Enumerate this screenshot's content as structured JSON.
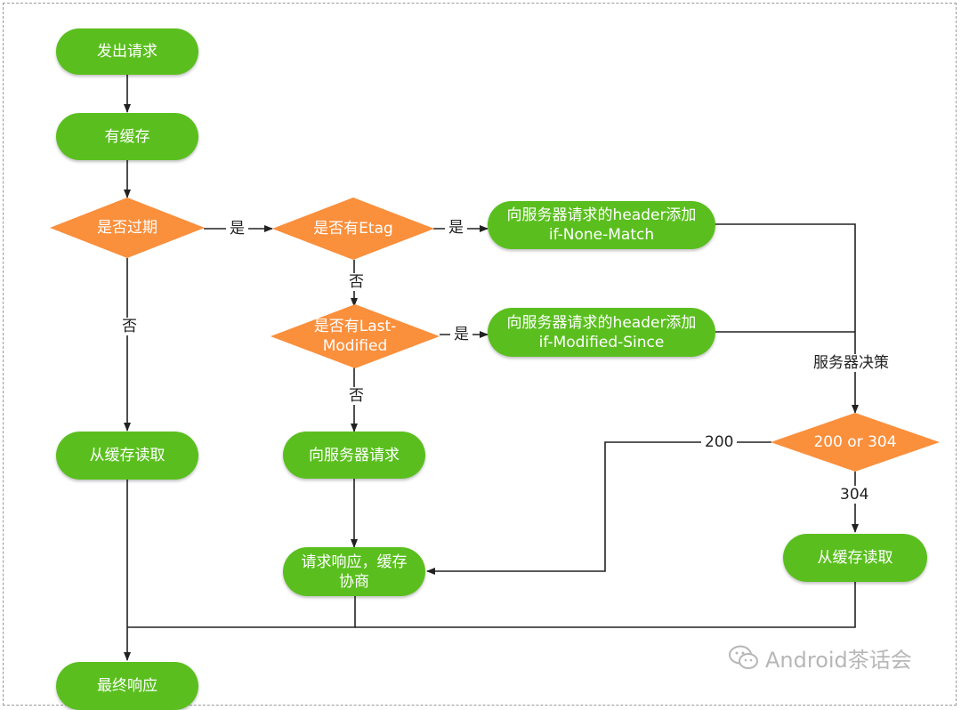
{
  "nodes": {
    "send_request": "发出请求",
    "has_cache": "有缓存",
    "expired": "是否过期",
    "has_etag": "是否有Etag",
    "etag_header": [
      "向服务器请求的header添加",
      "if-None-Match"
    ],
    "has_last_modified": [
      "是否有Last-",
      "Modified"
    ],
    "modified_header": [
      "向服务器请求的header添加",
      "if-Modified-Since"
    ],
    "read_cache_left": "从缓存读取",
    "request_server": "向服务器请求",
    "response_cache": [
      "请求响应，缓存",
      "协商"
    ],
    "decision": "200 or 304",
    "read_cache_right": "从缓存读取",
    "final_response": "最终响应"
  },
  "edge_labels": {
    "expired_yes": "是",
    "expired_no": "否",
    "etag_yes": "是",
    "etag_no": "否",
    "lm_yes": "是",
    "lm_no": "否",
    "server_decision": "服务器决策",
    "status_200": "200",
    "status_304": "304"
  },
  "watermark": {
    "text": "Android茶话会",
    "icon": "wechat-icon"
  },
  "colors": {
    "terminal": "#5abf1e",
    "decision": "#fa8f3c",
    "line": "#222222"
  }
}
